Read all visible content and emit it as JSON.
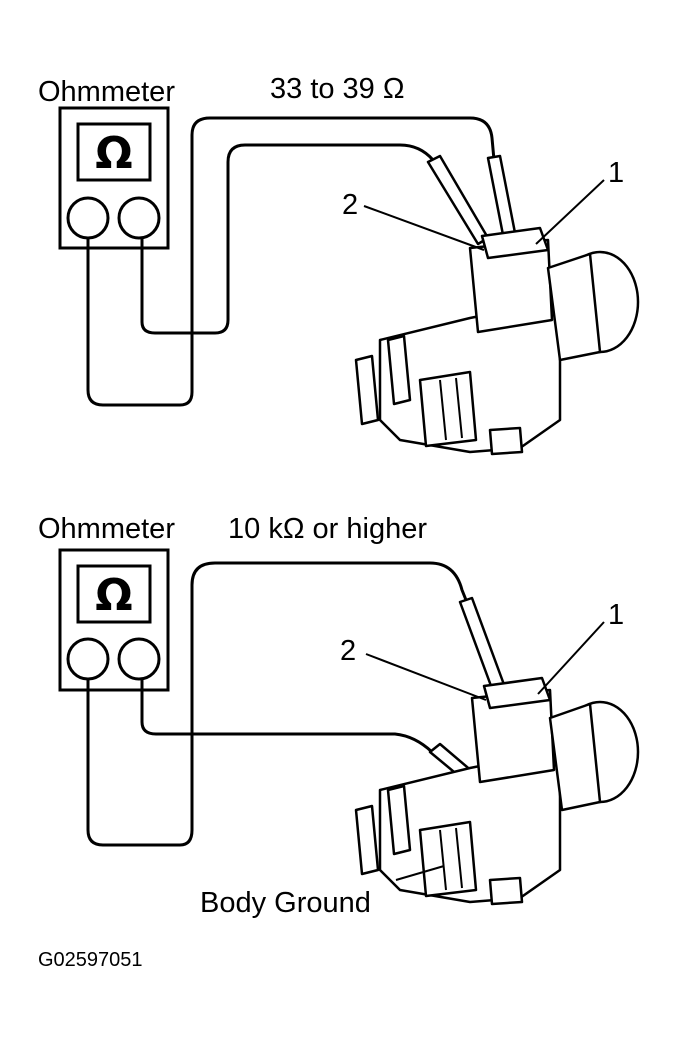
{
  "top_panel": {
    "meter_label": "Ohmmeter",
    "meter_symbol": "Ω",
    "reading": "33 to 39 Ω",
    "callout_1": "1",
    "callout_2": "2"
  },
  "bottom_panel": {
    "meter_label": "Ohmmeter",
    "meter_symbol": "Ω",
    "reading": "10 kΩ or higher",
    "callout_1": "1",
    "callout_2": "2",
    "ground_label": "Body Ground"
  },
  "figure_code": "G02597051"
}
